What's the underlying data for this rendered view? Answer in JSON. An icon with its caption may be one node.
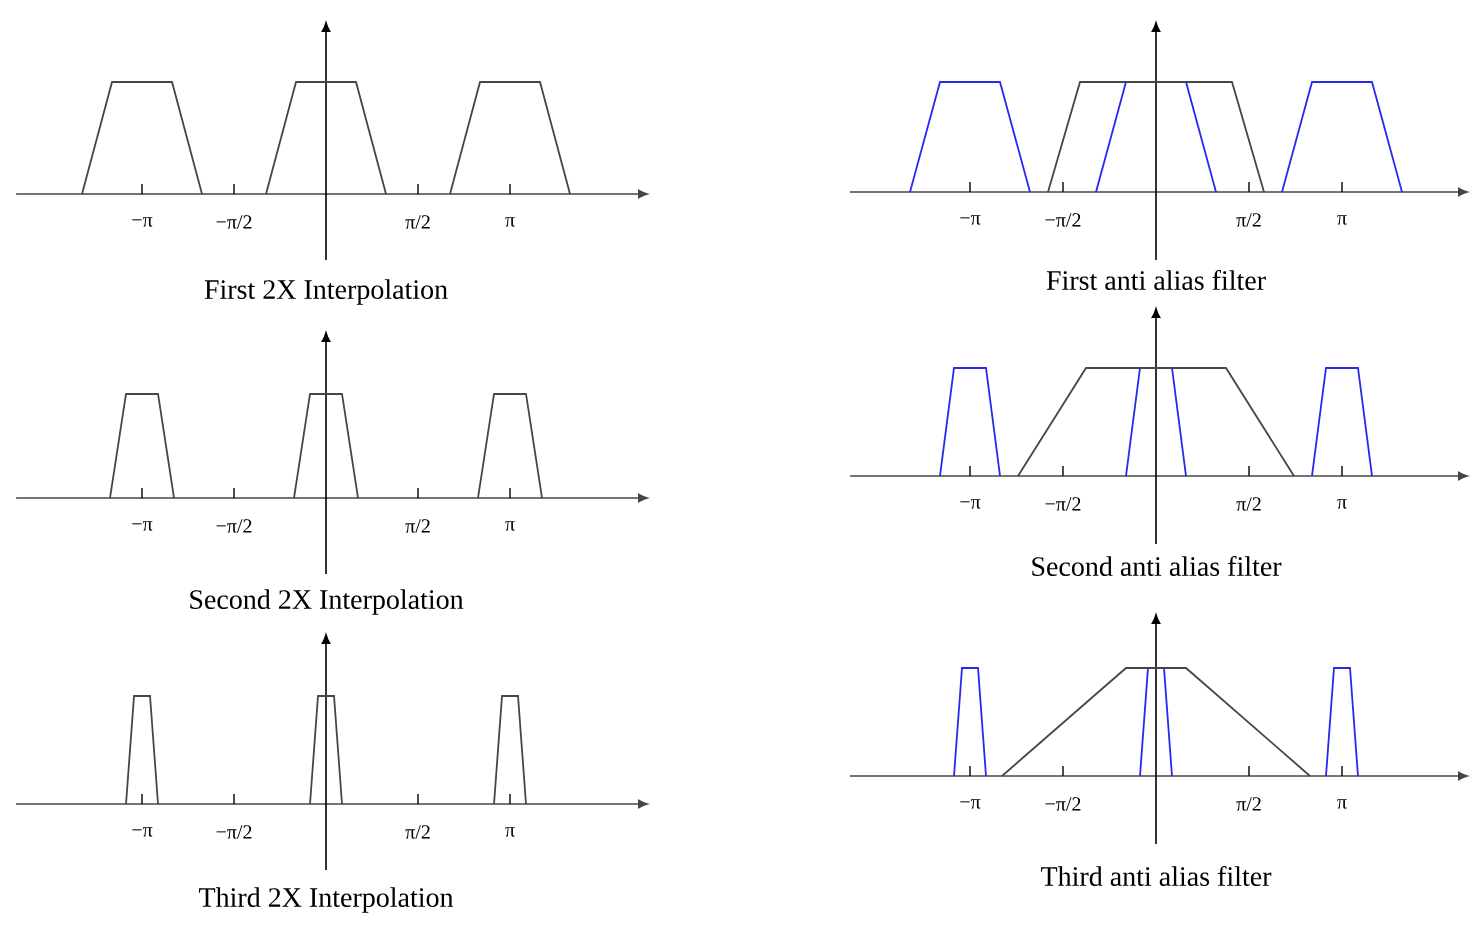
{
  "diagram": {
    "labels": [
      "−π",
      "−π/2",
      "π/2",
      "π",
      "−π",
      "−π/2",
      "π/2",
      "π",
      "First 2X Interpolation",
      "First anti alias filter",
      "−π",
      "−π/2",
      "π/2",
      "π",
      "−π",
      "−π/2",
      "π/2",
      "π",
      "Second 2X Interpolation",
      "Second anti alias filter",
      "−π",
      "−π/2",
      "π/2",
      "π",
      "−π",
      "−π/2",
      "π/2",
      "π",
      "Third 2X Interpolation",
      "Third anti alias filter"
    ]
  }
}
